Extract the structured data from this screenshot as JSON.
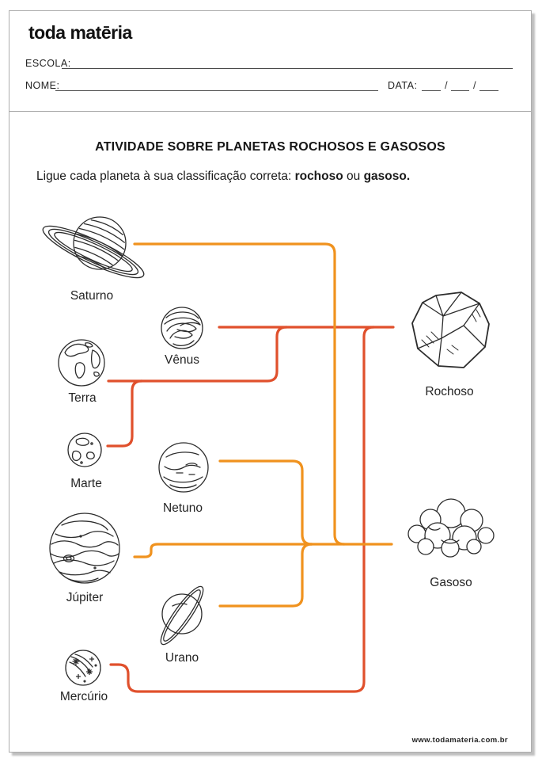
{
  "page": {
    "logo": "toda matēria",
    "footer_url": "www.todamateria.com.br"
  },
  "header": {
    "school_label": "ESCOLA:",
    "name_label": "NOME:",
    "date_label": "DATA:",
    "date_separator": "/"
  },
  "activity": {
    "title": "ATIVIDADE SOBRE PLANETAS ROCHOSOS E GASOSOS",
    "instruction": {
      "text1": "Ligue cada planeta à sua classificação correta: ",
      "bold1": "rochoso",
      "text2": " ou ",
      "bold2": "gasoso."
    },
    "planets": [
      {
        "name": "Saturno",
        "type": "gasoso"
      },
      {
        "name": "Vênus",
        "type": "rochoso"
      },
      {
        "name": "Terra",
        "type": "rochoso"
      },
      {
        "name": "Marte",
        "type": "rochoso"
      },
      {
        "name": "Netuno",
        "type": "gasoso"
      },
      {
        "name": "Júpiter",
        "type": "gasoso"
      },
      {
        "name": "Urano",
        "type": "gasoso"
      },
      {
        "name": "Mercúrio",
        "type": "rochoso"
      }
    ],
    "categories": [
      {
        "label": "Rochoso"
      },
      {
        "label": "Gasoso"
      }
    ],
    "connections": [
      {
        "from": "Saturno",
        "to": "Gasoso"
      },
      {
        "from": "Vênus",
        "to": "Rochoso"
      },
      {
        "from": "Terra",
        "to": "Rochoso"
      },
      {
        "from": "Marte",
        "to": "Rochoso"
      },
      {
        "from": "Netuno",
        "to": "Gasoso"
      },
      {
        "from": "Júpiter",
        "to": "Gasoso"
      },
      {
        "from": "Urano",
        "to": "Gasoso"
      },
      {
        "from": "Mercúrio",
        "to": "Rochoso"
      }
    ]
  },
  "colors": {
    "rocky_line": "#e0502c",
    "gaseous_line": "#f0921e"
  }
}
